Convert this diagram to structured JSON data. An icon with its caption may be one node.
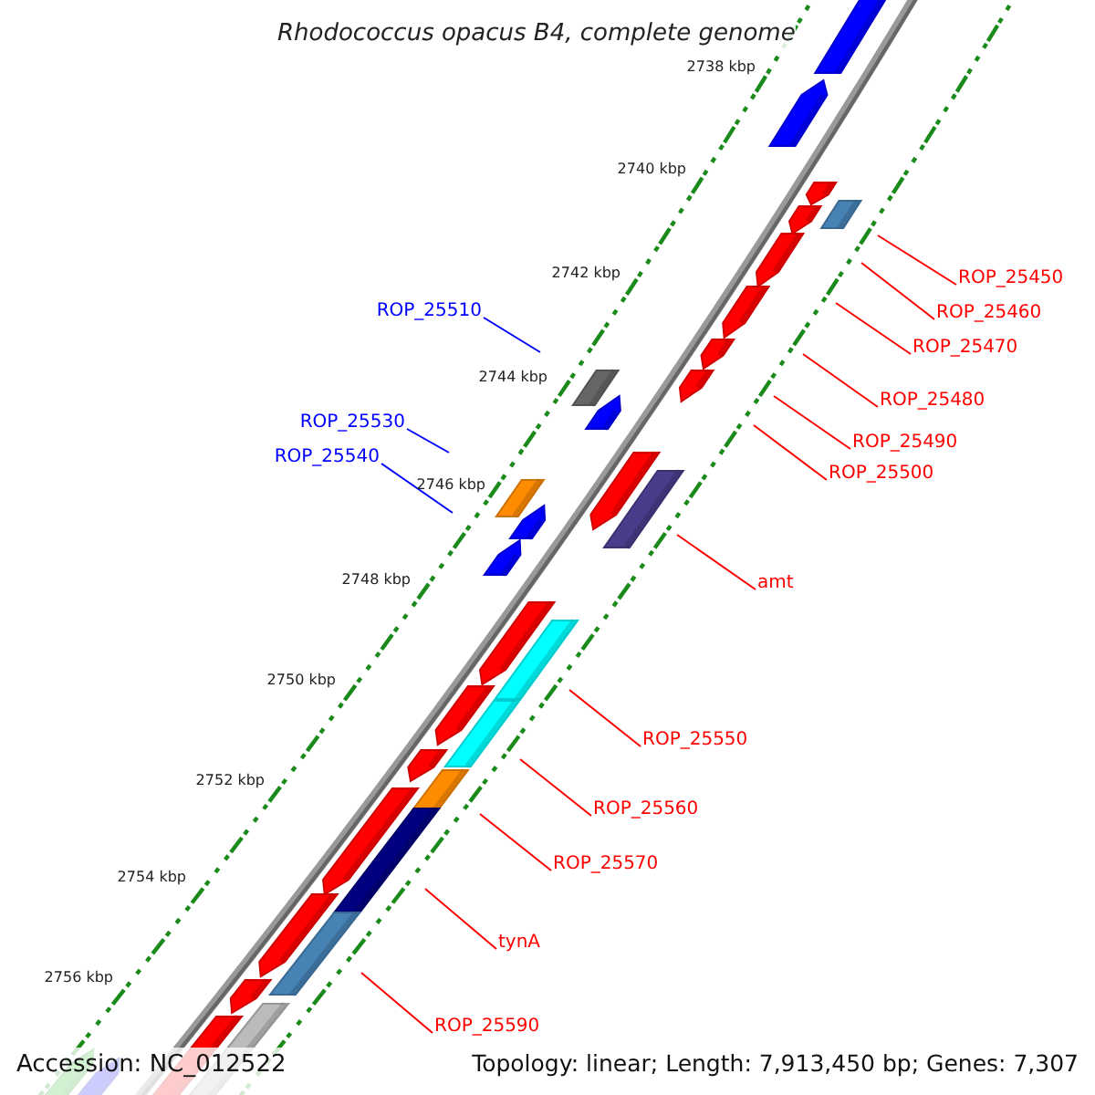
{
  "diagram": {
    "title": "Rhodococcus opacus B4, complete genome",
    "nodes": [
      {
        "text": [
          "ROP_25450"
        ]
      },
      {
        "text": [
          "ROP_25460"
        ]
      },
      {
        "text": [
          "ROP_25470"
        ]
      },
      {
        "text": [
          "ROP_25510"
        ]
      },
      {
        "text": [
          "ROP_25480"
        ]
      },
      {
        "text": [
          "ROP_25490"
        ]
      },
      {
        "text": [
          "ROP_25530"
        ]
      },
      {
        "text": [
          "ROP_25500"
        ]
      },
      {
        "text": [
          "ROP_25540"
        ]
      },
      {
        "text": [
          "amt"
        ]
      },
      {
        "text": [
          "ROP_25550"
        ]
      },
      {
        "text": [
          "ROP_25560"
        ]
      },
      {
        "text": [
          "ROP_25570"
        ]
      },
      {
        "text": [
          "tynA"
        ]
      },
      {
        "text": [
          "ROP_25590"
        ]
      }
    ],
    "edges": [
      {
        "from": 0,
        "to": null,
        "arrow": "none"
      },
      {
        "from": 1,
        "to": null,
        "arrow": "none"
      },
      {
        "from": 2,
        "to": null,
        "arrow": "none"
      },
      {
        "from": 3,
        "to": null,
        "arrow": "none",
        "color": "#0000ff"
      },
      {
        "from": 4,
        "to": null,
        "arrow": "none"
      },
      {
        "from": 5,
        "to": null,
        "arrow": "none"
      },
      {
        "from": 6,
        "to": null,
        "arrow": "none",
        "color": "#0000ff"
      },
      {
        "from": 7,
        "to": null,
        "arrow": "none"
      },
      {
        "from": 8,
        "to": null,
        "arrow": "none",
        "color": "#0000ff"
      },
      {
        "from": 9,
        "to": null,
        "arrow": "none"
      },
      {
        "from": 10,
        "to": null,
        "arrow": "none"
      },
      {
        "from": 11,
        "to": null,
        "arrow": "none"
      },
      {
        "from": 12,
        "to": null,
        "arrow": "none"
      },
      {
        "from": 13,
        "to": null,
        "arrow": "none"
      },
      {
        "from": 14,
        "to": null,
        "arrow": "none"
      }
    ],
    "labels": [
      "2738 kbp",
      "2740 kbp",
      "2742 kbp",
      "2744 kbp",
      "2746 kbp",
      "2748 kbp",
      "2750 kbp",
      "2752 kbp",
      "2754 kbp",
      "2756 kbp",
      "Accession: NC_012522",
      "Topology: linear; Length: 7,913,450 bp; Genes: 7,307"
    ]
  }
}
